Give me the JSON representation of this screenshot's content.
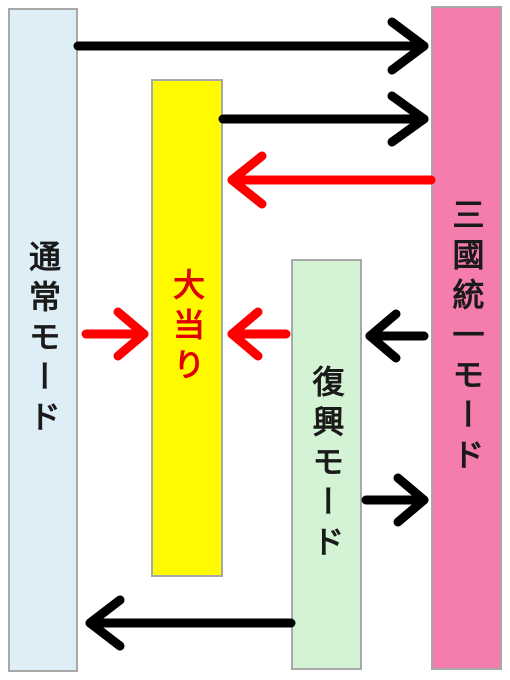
{
  "colors": {
    "normal_fill": "#deeef6",
    "jackpot_fill": "#fffa00",
    "revival_fill": "#d4f3d4",
    "unify_fill": "#f57dad",
    "box_border": "#a8a8a8",
    "text_dark": "#1a1a1a",
    "text_red": "#e00000",
    "arrow_black": "#000000",
    "arrow_red": "#ff0000"
  },
  "boxes": {
    "normal": {
      "label": "通常モード"
    },
    "jackpot": {
      "label": "大当り"
    },
    "revival": {
      "label": "復興モード"
    },
    "unify": {
      "label": "三國統一モード"
    }
  },
  "arrows": [
    {
      "from": "normal",
      "to": "unify",
      "color": "black",
      "direction": "right"
    },
    {
      "from": "jackpot",
      "to": "unify",
      "color": "black",
      "direction": "right"
    },
    {
      "from": "unify",
      "to": "jackpot",
      "color": "red",
      "direction": "left"
    },
    {
      "from": "normal",
      "to": "jackpot",
      "color": "red",
      "direction": "right"
    },
    {
      "from": "revival",
      "to": "jackpot",
      "color": "red",
      "direction": "left"
    },
    {
      "from": "unify",
      "to": "revival",
      "color": "black",
      "direction": "left"
    },
    {
      "from": "revival",
      "to": "unify",
      "color": "black",
      "direction": "right"
    },
    {
      "from": "revival",
      "to": "normal",
      "color": "black",
      "direction": "left"
    }
  ]
}
